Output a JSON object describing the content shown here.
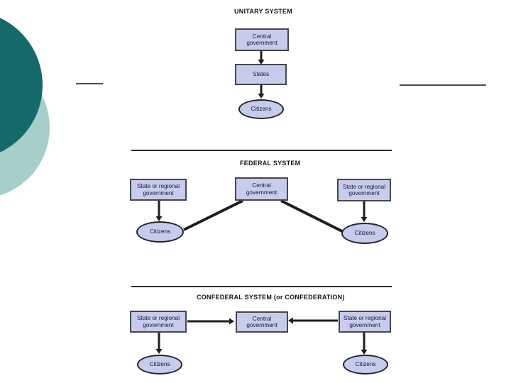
{
  "unitary": {
    "title": "UNITARY SYSTEM",
    "central": "Central government",
    "states": "States",
    "citizens": "Citizens"
  },
  "federal": {
    "title": "FEDERAL SYSTEM",
    "left": "State or regional government",
    "central": "Central government",
    "right": "State or regional government",
    "left_citizens": "Citizens",
    "right_citizens": "Citizens"
  },
  "confederal": {
    "title": "CONFEDERAL SYSTEM (or CONFEDERATION)",
    "left": "State or regional government",
    "central": "Central government",
    "right": "State or regional government",
    "left_citizens": "Citizens",
    "right_citizens": "Citizens"
  },
  "colors": {
    "node_fill": "#c7cbec",
    "node_border": "#44474f",
    "connector": "#1e1e1e",
    "dark_teal_circle": "#16696b",
    "light_teal_circle": "#a7cec9"
  }
}
